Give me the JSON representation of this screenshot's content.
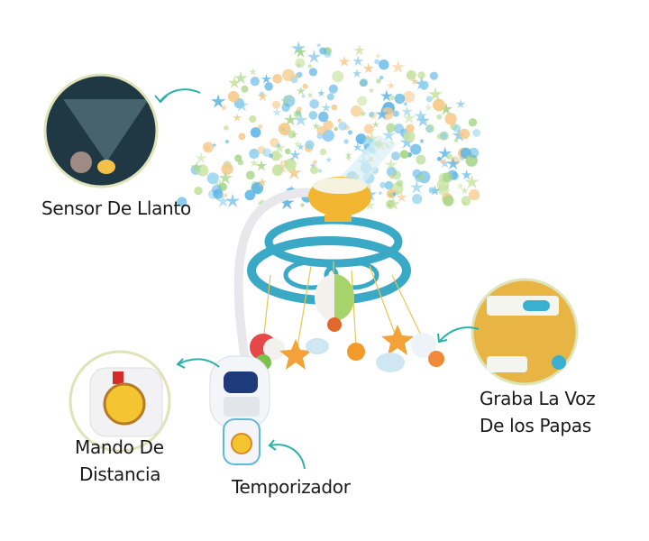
{
  "callouts": {
    "sensor": "Sensor De Llanto",
    "remote_line1": "Mando De",
    "remote_line2": "Distancia",
    "timer": "Temporizador",
    "record_line1": "Graba La Voz",
    "record_line2": "De los Papas"
  },
  "colors": {
    "accent_arrow": "#2bb3a8",
    "ring_teal": "#3aa9c6",
    "projector_yellow": "#f2b632",
    "circle_border": "#dfe3b8"
  }
}
